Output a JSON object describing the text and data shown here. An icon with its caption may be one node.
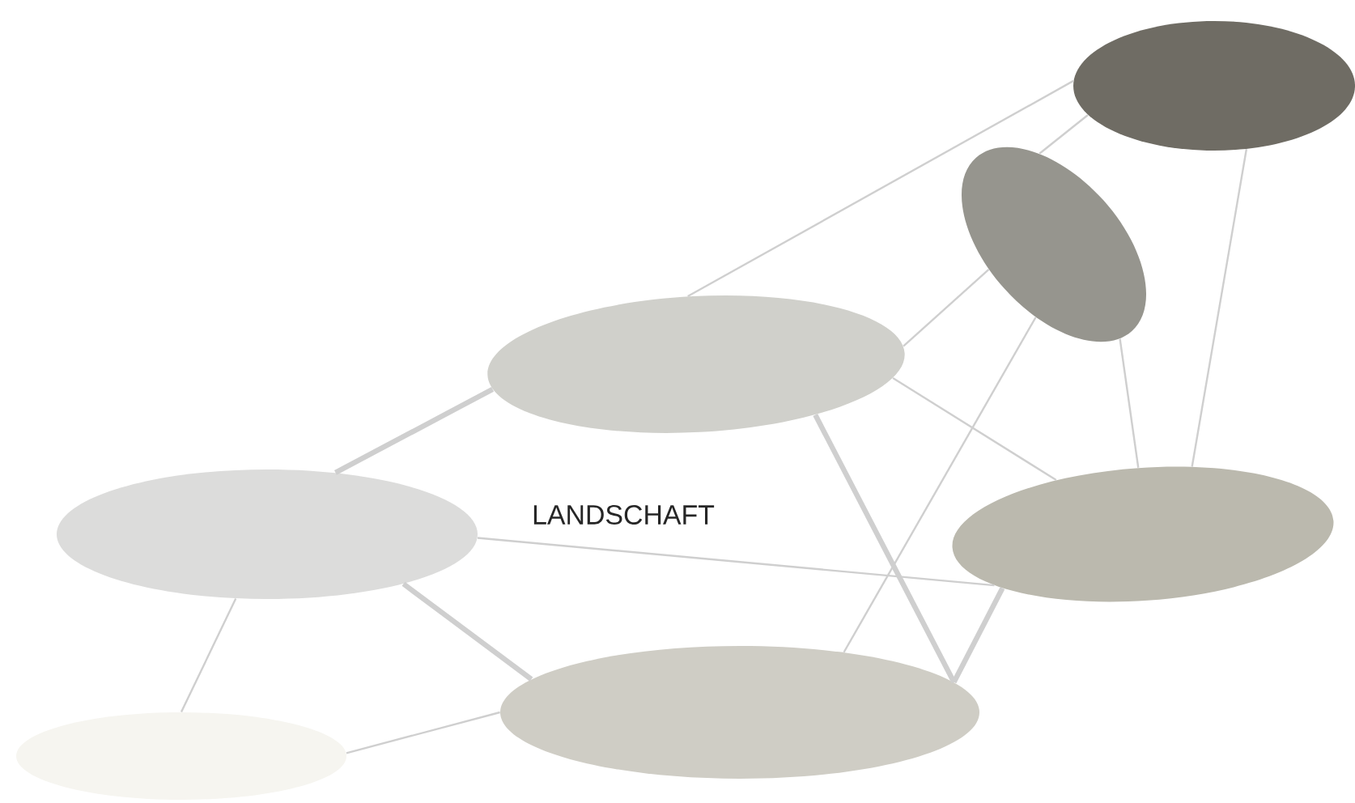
{
  "diagram": {
    "nodes": [
      {
        "text": [],
        "shape": "ellipse"
      },
      {
        "text": [],
        "shape": "ellipse"
      },
      {
        "text": [],
        "shape": "ellipse"
      },
      {
        "text": [],
        "shape": "ellipse"
      },
      {
        "text": [],
        "shape": "ellipse"
      },
      {
        "text": [],
        "shape": "ellipse"
      },
      {
        "text": [],
        "shape": "ellipse"
      }
    ],
    "edges": [
      {
        "from": 0,
        "to": 2,
        "arrow": "none"
      },
      {
        "from": 0,
        "to": 1,
        "arrow": "none"
      },
      {
        "from": 0,
        "to": 4,
        "arrow": "none"
      },
      {
        "from": 1,
        "to": 2,
        "arrow": "none"
      },
      {
        "from": 1,
        "to": 4,
        "arrow": "none"
      },
      {
        "from": 1,
        "to": 5,
        "arrow": "none"
      },
      {
        "from": 2,
        "to": 4,
        "arrow": "none"
      },
      {
        "from": 2,
        "to": 3,
        "arrow": "none",
        "style": "thick"
      },
      {
        "from": 2,
        "to": 5,
        "arrow": "none",
        "style": "thick"
      },
      {
        "from": 4,
        "to": 5,
        "arrow": "none",
        "style": "thick"
      },
      {
        "from": 3,
        "to": 4,
        "arrow": "none"
      },
      {
        "from": 3,
        "to": 5,
        "arrow": "none",
        "style": "thick"
      },
      {
        "from": 3,
        "to": 6,
        "arrow": "none"
      },
      {
        "from": 6,
        "to": 5,
        "arrow": "none"
      }
    ],
    "labels": [
      "LANDSCHAFT"
    ]
  }
}
